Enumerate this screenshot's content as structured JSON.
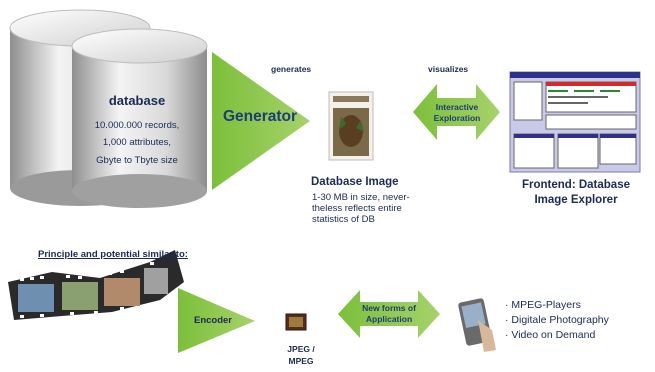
{
  "database": {
    "title": "database",
    "lines": [
      "10.000.000 records,",
      "1,000 attributes,",
      "Gbyte to Tbyte size"
    ]
  },
  "generator": {
    "label": "Generator",
    "verb": "generates"
  },
  "visualizes": {
    "label": "visualizes"
  },
  "interactive": {
    "line1": "Interactive",
    "line2": "Exploration"
  },
  "db_image": {
    "title": "Database Image",
    "desc": [
      "1-30 MB in size, never-",
      "theless reflects entire",
      "statistics of DB"
    ]
  },
  "frontend": {
    "line1": "Frontend: Database",
    "line2": "Image Explorer"
  },
  "principle": {
    "label": "Principle and potential similar to:"
  },
  "encoder": {
    "label": "Encoder"
  },
  "jpeg": {
    "line1": "JPEG /",
    "line2": "MPEG"
  },
  "new_forms": {
    "line1": "New  forms of",
    "line2": "Application"
  },
  "applications": [
    "· MPEG-Players",
    "· Digitale Photography",
    "· Video on Demand"
  ],
  "colors": {
    "green": "#8cc63f",
    "cylinder_light": "#f2f2f2",
    "cylinder_dark": "#a8a8a8",
    "text": "#1b2a55"
  },
  "icons": [
    "film-strip-icon",
    "camera-icon",
    "pda-icon",
    "book-cover-icon",
    "screenshot-icon"
  ]
}
